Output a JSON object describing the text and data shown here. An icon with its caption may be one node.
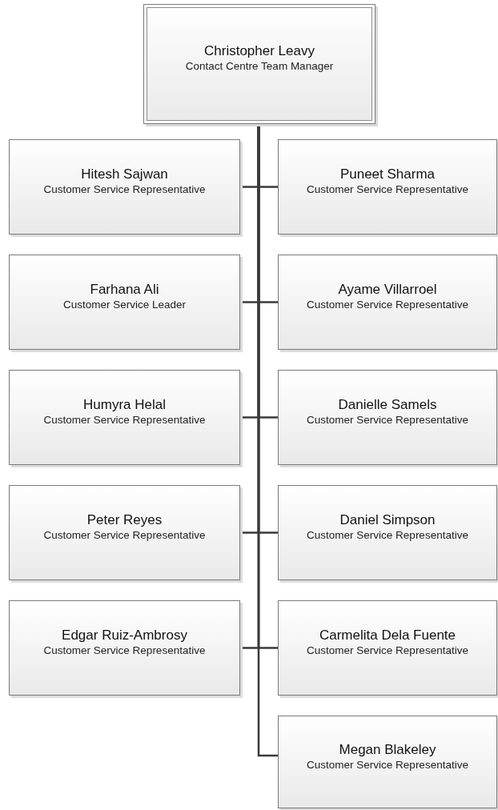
{
  "diagram": {
    "nodes": [
      {
        "text": [
          "Christopher Leavy",
          "Contact Centre Team Manager"
        ]
      },
      {
        "text": [
          "Hitesh Sajwan",
          "Customer Service Representative"
        ]
      },
      {
        "text": [
          "Puneet Sharma",
          "Customer Service Representative"
        ]
      },
      {
        "text": [
          "Farhana Ali",
          "Customer Service Leader"
        ]
      },
      {
        "text": [
          "Ayame Villarroel",
          "Customer Service Representative"
        ]
      },
      {
        "text": [
          "Humyra Helal",
          "Customer Service Representative"
        ]
      },
      {
        "text": [
          "Danielle Samels",
          "Customer Service Representative"
        ]
      },
      {
        "text": [
          "Peter Reyes",
          "Customer Service Representative"
        ]
      },
      {
        "text": [
          "Daniel Simpson",
          "Customer Service Representative"
        ]
      },
      {
        "text": [
          "Edgar Ruiz-Ambrosy",
          "Customer Service Representative"
        ]
      },
      {
        "text": [
          "Carmelita Dela Fuente",
          "Customer Service Representative"
        ]
      },
      {
        "text": [
          "Megan Blakeley",
          "Customer Service Representative"
        ]
      }
    ],
    "edges": [
      {
        "from": 0,
        "to": 1,
        "arrow": "none"
      },
      {
        "from": 0,
        "to": 2,
        "arrow": "none"
      },
      {
        "from": 0,
        "to": 3,
        "arrow": "none"
      },
      {
        "from": 0,
        "to": 4,
        "arrow": "none"
      },
      {
        "from": 0,
        "to": 5,
        "arrow": "none"
      },
      {
        "from": 0,
        "to": 6,
        "arrow": "none"
      },
      {
        "from": 0,
        "to": 7,
        "arrow": "none"
      },
      {
        "from": 0,
        "to": 8,
        "arrow": "none"
      },
      {
        "from": 0,
        "to": 9,
        "arrow": "none"
      },
      {
        "from": 0,
        "to": 10,
        "arrow": "none"
      },
      {
        "from": 0,
        "to": 11,
        "arrow": "none"
      }
    ]
  }
}
